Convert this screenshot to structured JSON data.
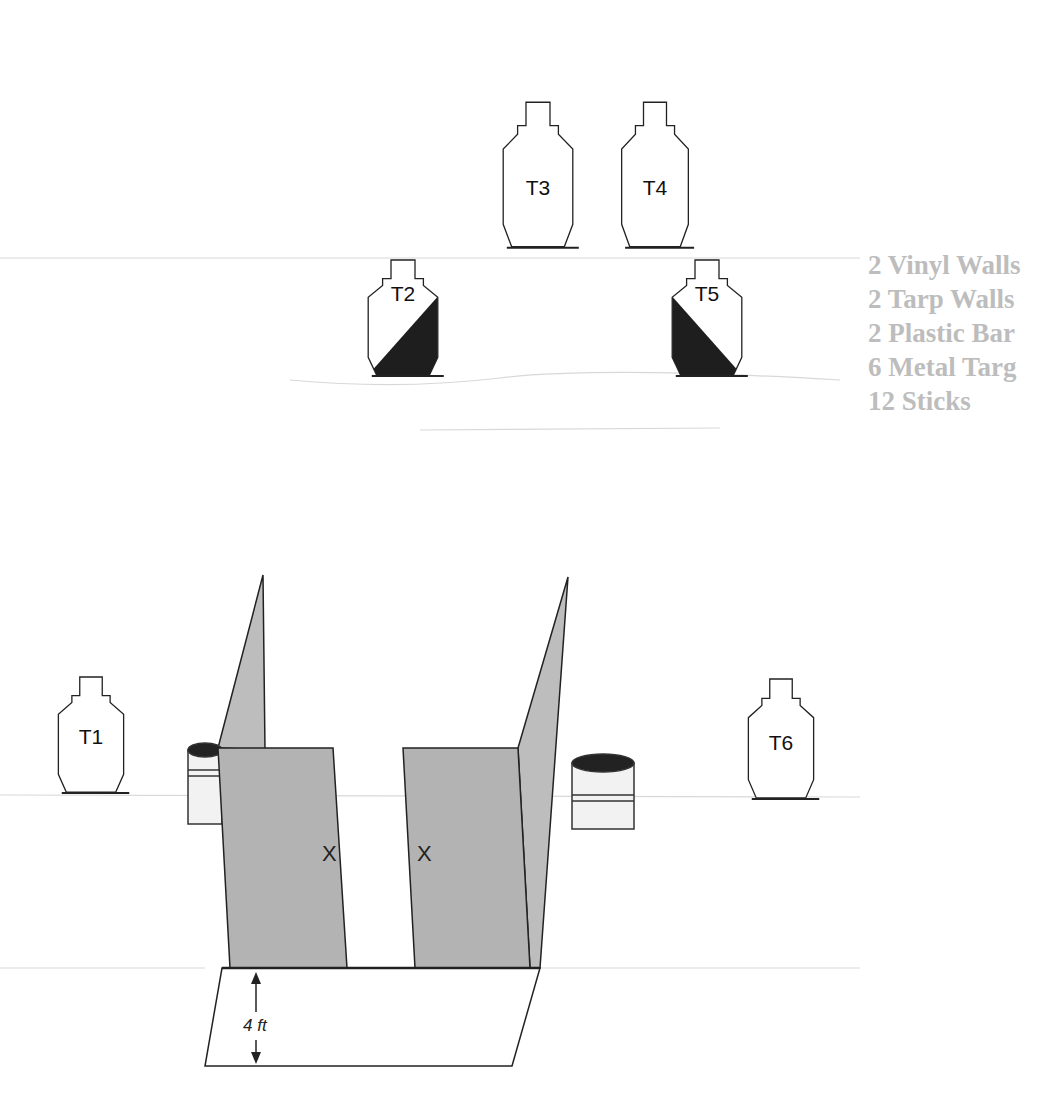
{
  "diagram": {
    "nodes": [
      {
        "text": [
          "T1"
        ]
      },
      {
        "text": [
          "T2"
        ]
      },
      {
        "text": [
          "T3"
        ]
      },
      {
        "text": [
          "T4"
        ]
      },
      {
        "text": [
          "T5"
        ]
      },
      {
        "text": [
          "T6"
        ]
      }
    ],
    "labels": [
      "X",
      "X",
      "4 ft",
      "2 Vinyl Walls",
      "2 Tarp Walls",
      "2 Plastic Bar",
      "6 Metal Targ",
      "12 Sticks"
    ]
  }
}
